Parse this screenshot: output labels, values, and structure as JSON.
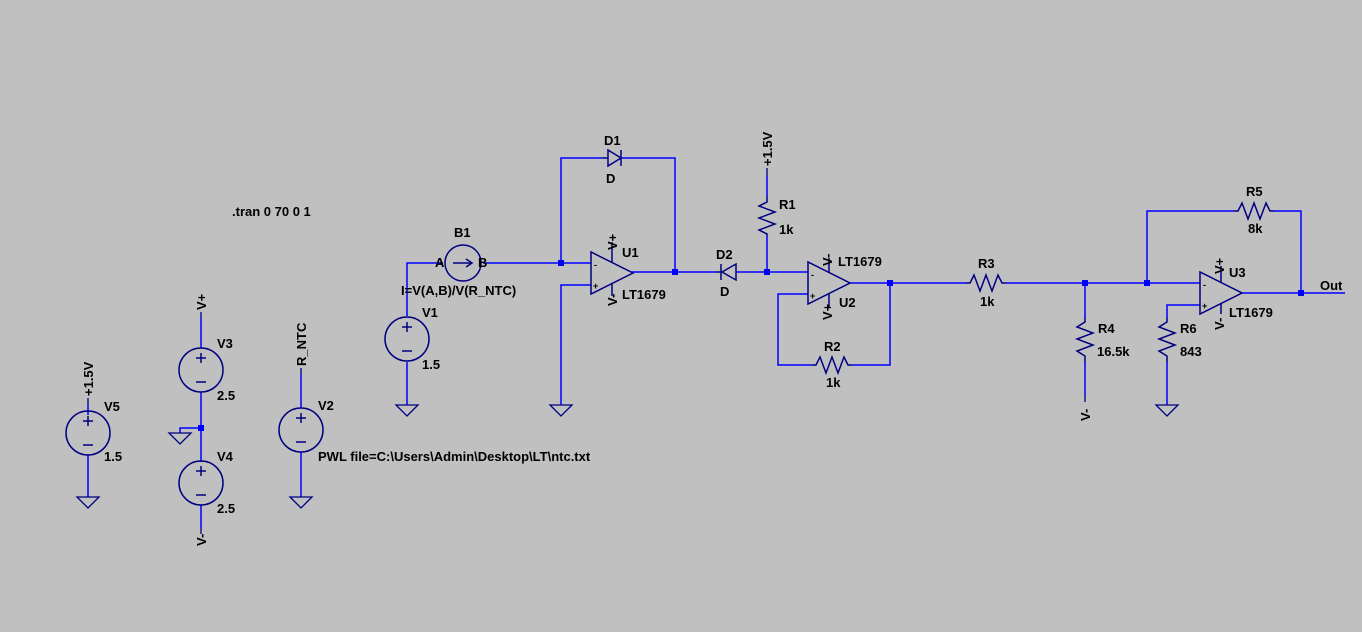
{
  "directive": ".tran 0 70 0 1",
  "colors": {
    "background": "#c0c0c0",
    "wire": "#0000ff",
    "component": "#000080",
    "text": "#000000"
  },
  "components": {
    "d1": {
      "name": "D1",
      "model": "D"
    },
    "d2": {
      "name": "D2",
      "model": "D"
    },
    "b1": {
      "name": "B1",
      "pin_a": "A",
      "pin_b": "B",
      "expr": "I=V(A,B)/V(R_NTC)"
    },
    "u1": {
      "name": "U1",
      "model": "LT1679",
      "vplus": "V+",
      "vminus": "V-",
      "in_minus": "-",
      "in_plus": "+"
    },
    "u2": {
      "name": "U2",
      "model": "LT1679",
      "vplus": "V+",
      "vminus": "V-",
      "in_minus": "-",
      "in_plus": "+"
    },
    "u3": {
      "name": "U3",
      "model": "LT1679",
      "vplus": "V+",
      "vminus": "V-",
      "in_minus": "-",
      "in_plus": "+"
    },
    "r1": {
      "name": "R1",
      "value": "1k"
    },
    "r2": {
      "name": "R2",
      "value": "1k"
    },
    "r3": {
      "name": "R3",
      "value": "1k"
    },
    "r4": {
      "name": "R4",
      "value": "16.5k"
    },
    "r5": {
      "name": "R5",
      "value": "8k"
    },
    "r6": {
      "name": "R6",
      "value": "843"
    },
    "v1": {
      "name": "V1",
      "value": "1.5"
    },
    "v2": {
      "name": "V2",
      "value": "PWL file=C:\\Users\\Admin\\Desktop\\LT\\ntc.txt"
    },
    "v3": {
      "name": "V3",
      "value": "2.5"
    },
    "v4": {
      "name": "V4",
      "value": "2.5"
    },
    "v5": {
      "name": "V5",
      "value": "1.5"
    }
  },
  "net_labels": {
    "p15_v5": "+1.5V",
    "p15_r1": "+1.5V",
    "vplus_v3": "V+",
    "vminus_v4": "V-",
    "r_ntc": "R_NTC",
    "vminus_r4": "V-",
    "out": "Out"
  }
}
